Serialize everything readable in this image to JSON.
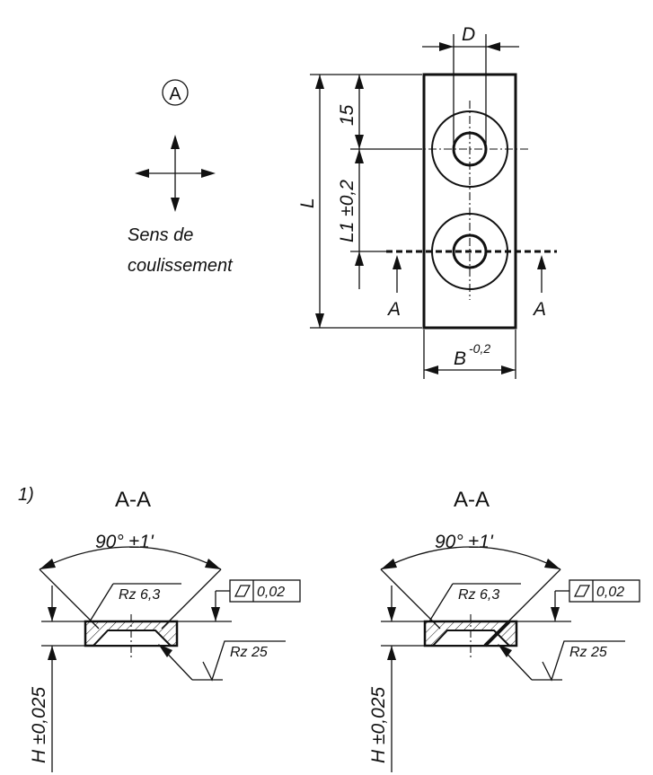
{
  "top_view": {
    "view_marker": "A",
    "direction_text_line1": "Sens de",
    "direction_text_line2": "coulissement",
    "dim_D": "D",
    "dim_15": "15",
    "dim_L1": "L1 ±0,2",
    "dim_L": "L",
    "dim_B": "B",
    "dim_B_tol": "-0,2",
    "section_mark_left": "A",
    "section_mark_right": "A"
  },
  "footnote": "1)",
  "sections": [
    {
      "title": "A-A",
      "angle": "90° ±1'",
      "roughness_fine": "Rz 6,3",
      "roughness_coarse": "Rz 25",
      "flatness_value": "0,02",
      "height_dim": "H ±0,025"
    },
    {
      "title": "A-A",
      "angle": "90° ±1'",
      "roughness_fine": "Rz 6,3",
      "roughness_coarse": "Rz 25",
      "flatness_value": "0,02",
      "height_dim": "H ±0,025"
    }
  ]
}
